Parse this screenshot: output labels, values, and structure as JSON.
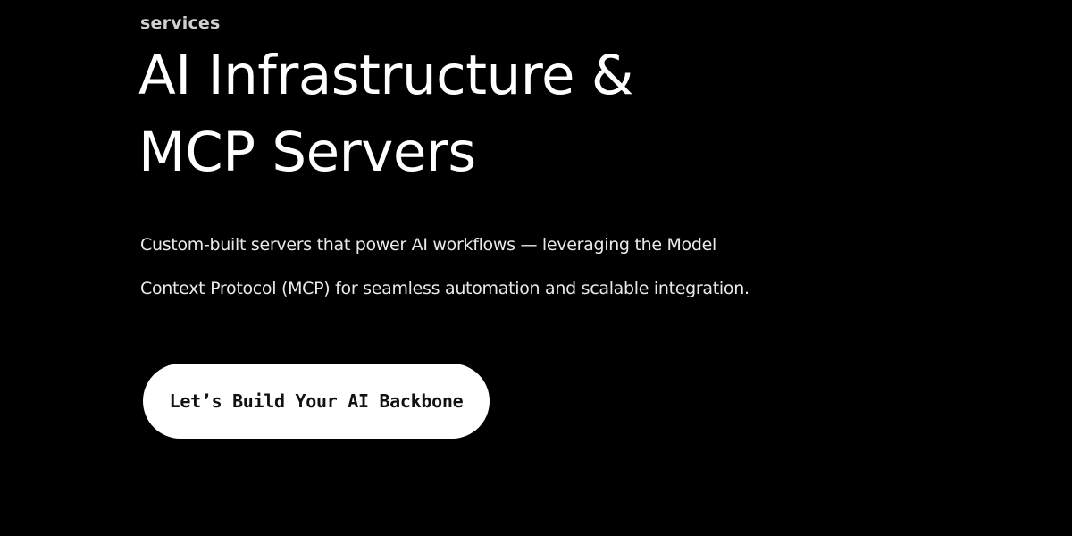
{
  "hero": {
    "eyebrow": "services",
    "title_lines": [
      "AI Infrastructure &",
      "MCP Servers"
    ],
    "description_lines": [
      "Custom-built servers that power AI workflows — leveraging the Model",
      "Context Protocol (MCP) for seamless automation and scalable integration."
    ],
    "cta_label": "Let’s Build Your AI Backbone"
  },
  "colors": {
    "background": "#000000",
    "text": "#ffffff",
    "button_bg": "#ffffff",
    "button_text": "#111111"
  }
}
